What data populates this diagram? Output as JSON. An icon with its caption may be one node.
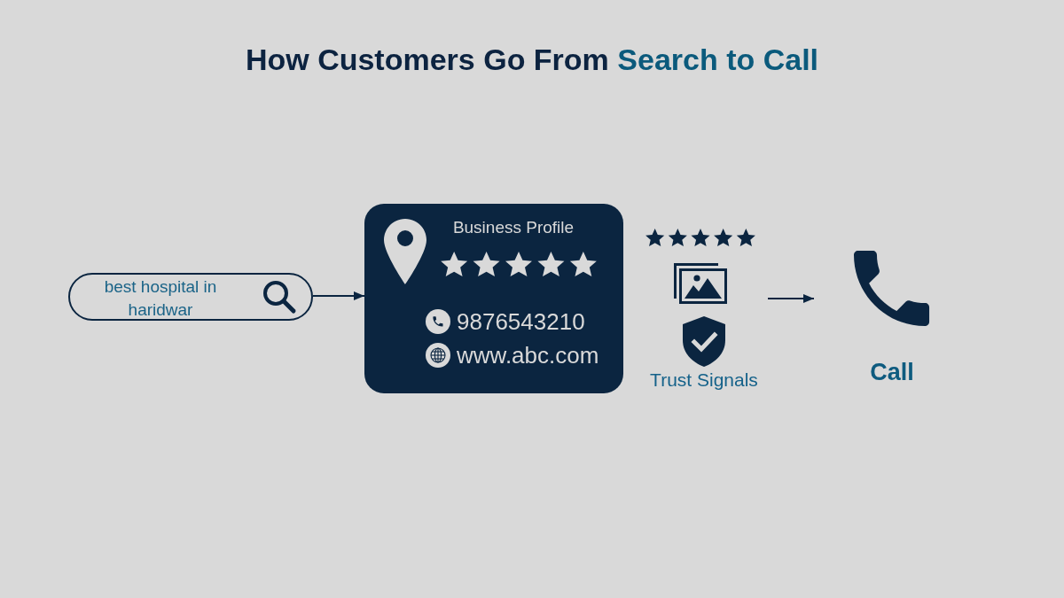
{
  "diagram": {
    "title": "How Customers Go From Search to Call",
    "nodes": [
      {
        "text": [
          "best hospital in haridwar"
        ]
      },
      {
        "text": [
          "Business Profile",
          "9876543210",
          "www.abc.com"
        ]
      },
      {
        "text": [
          "Trust Signals"
        ]
      },
      {
        "text": [
          "Call"
        ]
      }
    ],
    "edges": [
      {
        "from": 0,
        "to": 1,
        "arrow": "to"
      },
      {
        "from": 2,
        "to": 3,
        "arrow": "to"
      }
    ]
  }
}
